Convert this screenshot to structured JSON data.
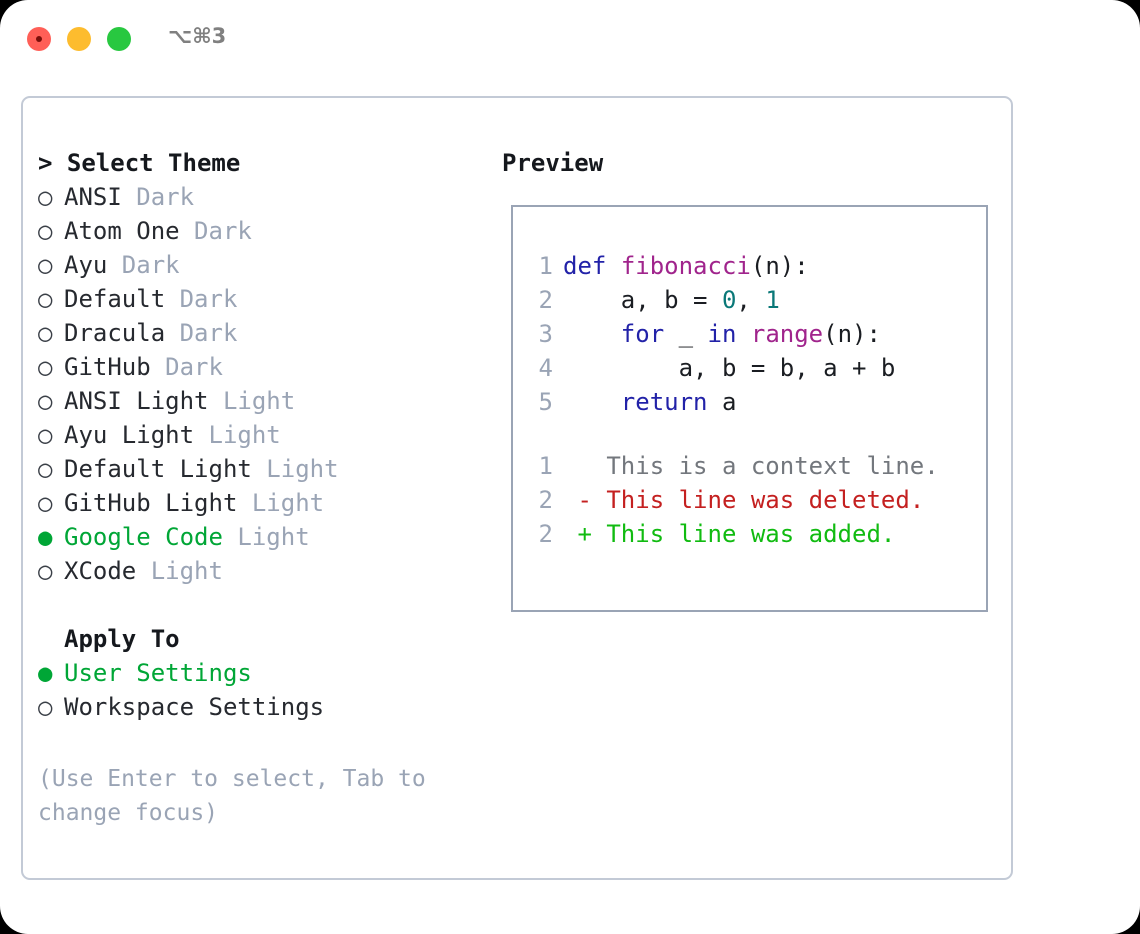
{
  "window": {
    "title": "⌥⌘3",
    "controls": [
      {
        "name": "close",
        "color": "#ff5f57"
      },
      {
        "name": "minimize",
        "color": "#fdbc2e"
      },
      {
        "name": "maximize",
        "color": "#28c840"
      }
    ]
  },
  "theme_list": {
    "header": "> Select Theme",
    "items": [
      {
        "marker": "○",
        "label": "ANSI",
        "badge": "Dark",
        "selected": false
      },
      {
        "marker": "○",
        "label": "Atom One",
        "badge": "Dark",
        "selected": false
      },
      {
        "marker": "○",
        "label": "Ayu",
        "badge": "Dark",
        "selected": false
      },
      {
        "marker": "○",
        "label": "Default",
        "badge": "Dark",
        "selected": false
      },
      {
        "marker": "○",
        "label": "Dracula",
        "badge": "Dark",
        "selected": false
      },
      {
        "marker": "○",
        "label": "GitHub",
        "badge": "Dark",
        "selected": false
      },
      {
        "marker": "○",
        "label": "ANSI Light",
        "badge": "Light",
        "selected": false
      },
      {
        "marker": "○",
        "label": "Ayu Light",
        "badge": "Light",
        "selected": false
      },
      {
        "marker": "○",
        "label": "Default Light",
        "badge": "Light",
        "selected": false
      },
      {
        "marker": "○",
        "label": "GitHub Light",
        "badge": "Light",
        "selected": false
      },
      {
        "marker": "●",
        "label": "Google Code",
        "badge": "Light",
        "selected": true
      },
      {
        "marker": "○",
        "label": "XCode",
        "badge": "Light",
        "selected": false
      }
    ]
  },
  "apply_to": {
    "title": "Apply To",
    "items": [
      {
        "marker": "●",
        "label": "User Settings",
        "badge": "",
        "selected": true
      },
      {
        "marker": "○",
        "label": "Workspace Settings",
        "badge": "",
        "selected": false
      }
    ]
  },
  "hint": "(Use Enter to select, Tab to change focus)",
  "preview": {
    "title": "Preview",
    "code_lines": [
      {
        "num": "1",
        "tokens": [
          {
            "t": "def",
            "c": "kw"
          },
          {
            "t": " ",
            "c": "pun"
          },
          {
            "t": "fibonacci",
            "c": "fn"
          },
          {
            "t": "(",
            "c": "pun"
          },
          {
            "t": "n",
            "c": "var"
          },
          {
            "t": "):",
            "c": "pun"
          }
        ]
      },
      {
        "num": "2",
        "tokens": [
          {
            "t": "    a, b = ",
            "c": "var"
          },
          {
            "t": "0",
            "c": "num"
          },
          {
            "t": ", ",
            "c": "pun"
          },
          {
            "t": "1",
            "c": "num"
          }
        ]
      },
      {
        "num": "3",
        "tokens": [
          {
            "t": "    ",
            "c": "pun"
          },
          {
            "t": "for",
            "c": "kw"
          },
          {
            "t": " _ ",
            "c": "var"
          },
          {
            "t": "in",
            "c": "kw"
          },
          {
            "t": " ",
            "c": "pun"
          },
          {
            "t": "range",
            "c": "fn"
          },
          {
            "t": "(",
            "c": "pun"
          },
          {
            "t": "n",
            "c": "var"
          },
          {
            "t": "):",
            "c": "pun"
          }
        ]
      },
      {
        "num": "4",
        "tokens": [
          {
            "t": "        a, b = b, a + b",
            "c": "var"
          }
        ]
      },
      {
        "num": "5",
        "tokens": [
          {
            "t": "    ",
            "c": "pun"
          },
          {
            "t": "return",
            "c": "kw"
          },
          {
            "t": " a",
            "c": "var"
          }
        ]
      }
    ],
    "diff_lines": [
      {
        "num": "1",
        "sign": " ",
        "text": " This is a context line.",
        "kind": "d-ctx"
      },
      {
        "num": "2",
        "sign": "-",
        "text": " This line was deleted.",
        "kind": "d-del"
      },
      {
        "num": "2",
        "sign": "+",
        "text": " This line was added.",
        "kind": "d-add"
      }
    ]
  },
  "colors": {
    "accent_green": "#00a636",
    "muted": "#9aa4b5",
    "keyword": "#2222a8",
    "function": "#a0248c",
    "number": "#0a7878",
    "diff_added": "#11bb11",
    "diff_deleted": "#c42020",
    "diff_context": "#73777d",
    "panel_border": "#c3cad6",
    "preview_border": "#9aa4b5"
  }
}
